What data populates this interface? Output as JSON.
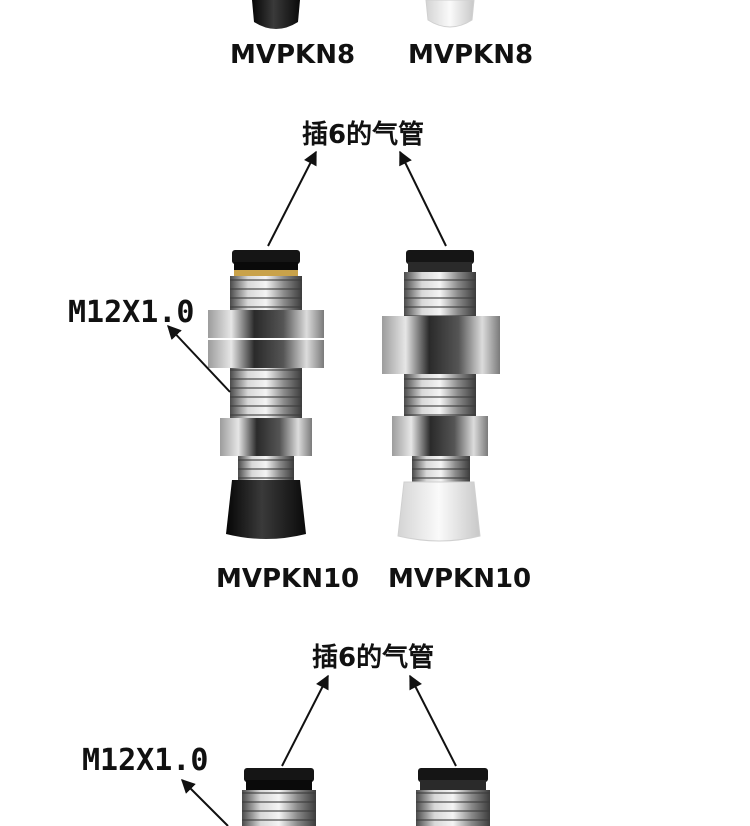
{
  "section_top": {
    "model_left": "MVPKN8",
    "model_right": "MVPKN8"
  },
  "section_mid": {
    "tube_note": "插6的气管",
    "thread_spec": "M12X1.0",
    "model_left": "MVPKN10",
    "model_right": "MVPKN10"
  },
  "section_bottom": {
    "tube_note": "插6的气管",
    "thread_spec": "M12X1.0"
  },
  "colors": {
    "cup_black": "#1a1a1a",
    "cup_clear": "#eeeeee",
    "metal": "#9a9a9a",
    "ink": "#111111"
  }
}
